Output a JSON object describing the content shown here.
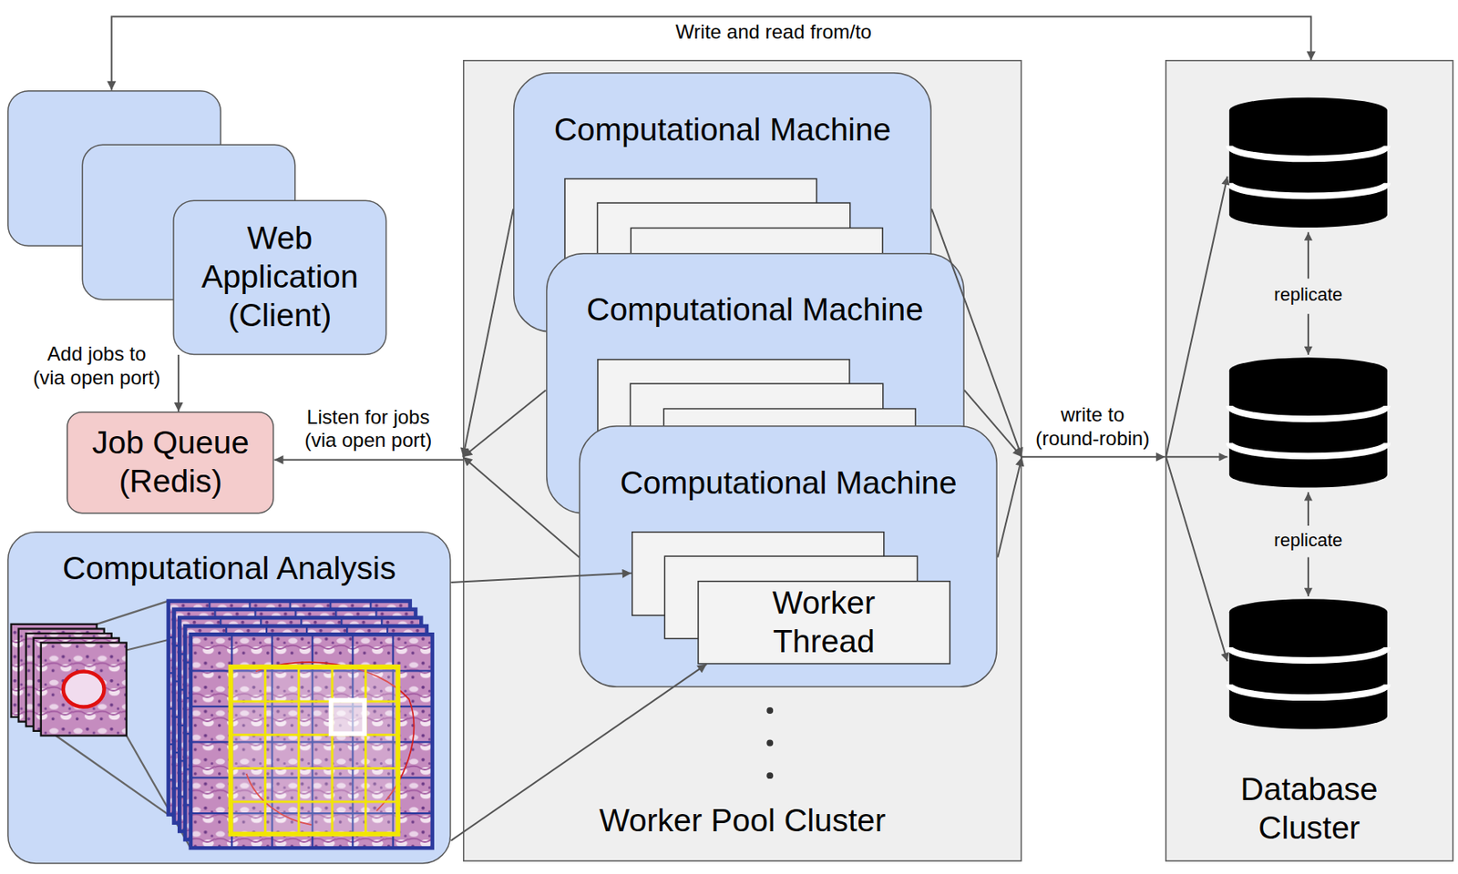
{
  "diagram": {
    "nodes": [
      {
        "text": [
          "Web Application (Client)"
        ]
      },
      {
        "text": [
          "Job Queue (Redis)"
        ]
      },
      {
        "text": [
          "Computational Analysis"
        ]
      },
      {
        "text": [
          "Worker Pool Cluster"
        ]
      },
      {
        "text": [
          "Computational Machine"
        ],
        "in": 3
      },
      {
        "text": [
          "Computational Machine"
        ],
        "in": 3
      },
      {
        "text": [
          "Computational Machine"
        ],
        "in": 3
      },
      {
        "text": [
          "Worker Thread"
        ],
        "in": 6
      },
      {
        "text": [
          "Database Cluster"
        ]
      }
    ],
    "edges": [
      {
        "from": 0,
        "to": 1,
        "arrow": "to",
        "label": "Add jobs to (via open port)"
      },
      {
        "from": 4,
        "to": 3,
        "arrow": "to"
      },
      {
        "from": 5,
        "to": 3,
        "arrow": "to"
      },
      {
        "from": 6,
        "to": 3,
        "arrow": "to"
      },
      {
        "from": 3,
        "to": 1,
        "arrow": "to",
        "label": "Listen for jobs (via open port)"
      },
      {
        "from": 4,
        "to": 3,
        "arrow": "to"
      },
      {
        "from": 5,
        "to": 3,
        "arrow": "to"
      },
      {
        "from": 6,
        "to": 3,
        "arrow": "to"
      },
      {
        "from": 3,
        "to": 8,
        "arrow": "to",
        "label": "write to (round-robin)"
      },
      {
        "from": 2,
        "to": 7,
        "arrow": "to"
      },
      {
        "from": 2,
        "to": 7,
        "arrow": "to"
      },
      {
        "from": 0,
        "to": 8,
        "arrow": "both",
        "label": "Write and read from/to"
      }
    ],
    "labels": [
      "replicate",
      "replicate"
    ]
  }
}
